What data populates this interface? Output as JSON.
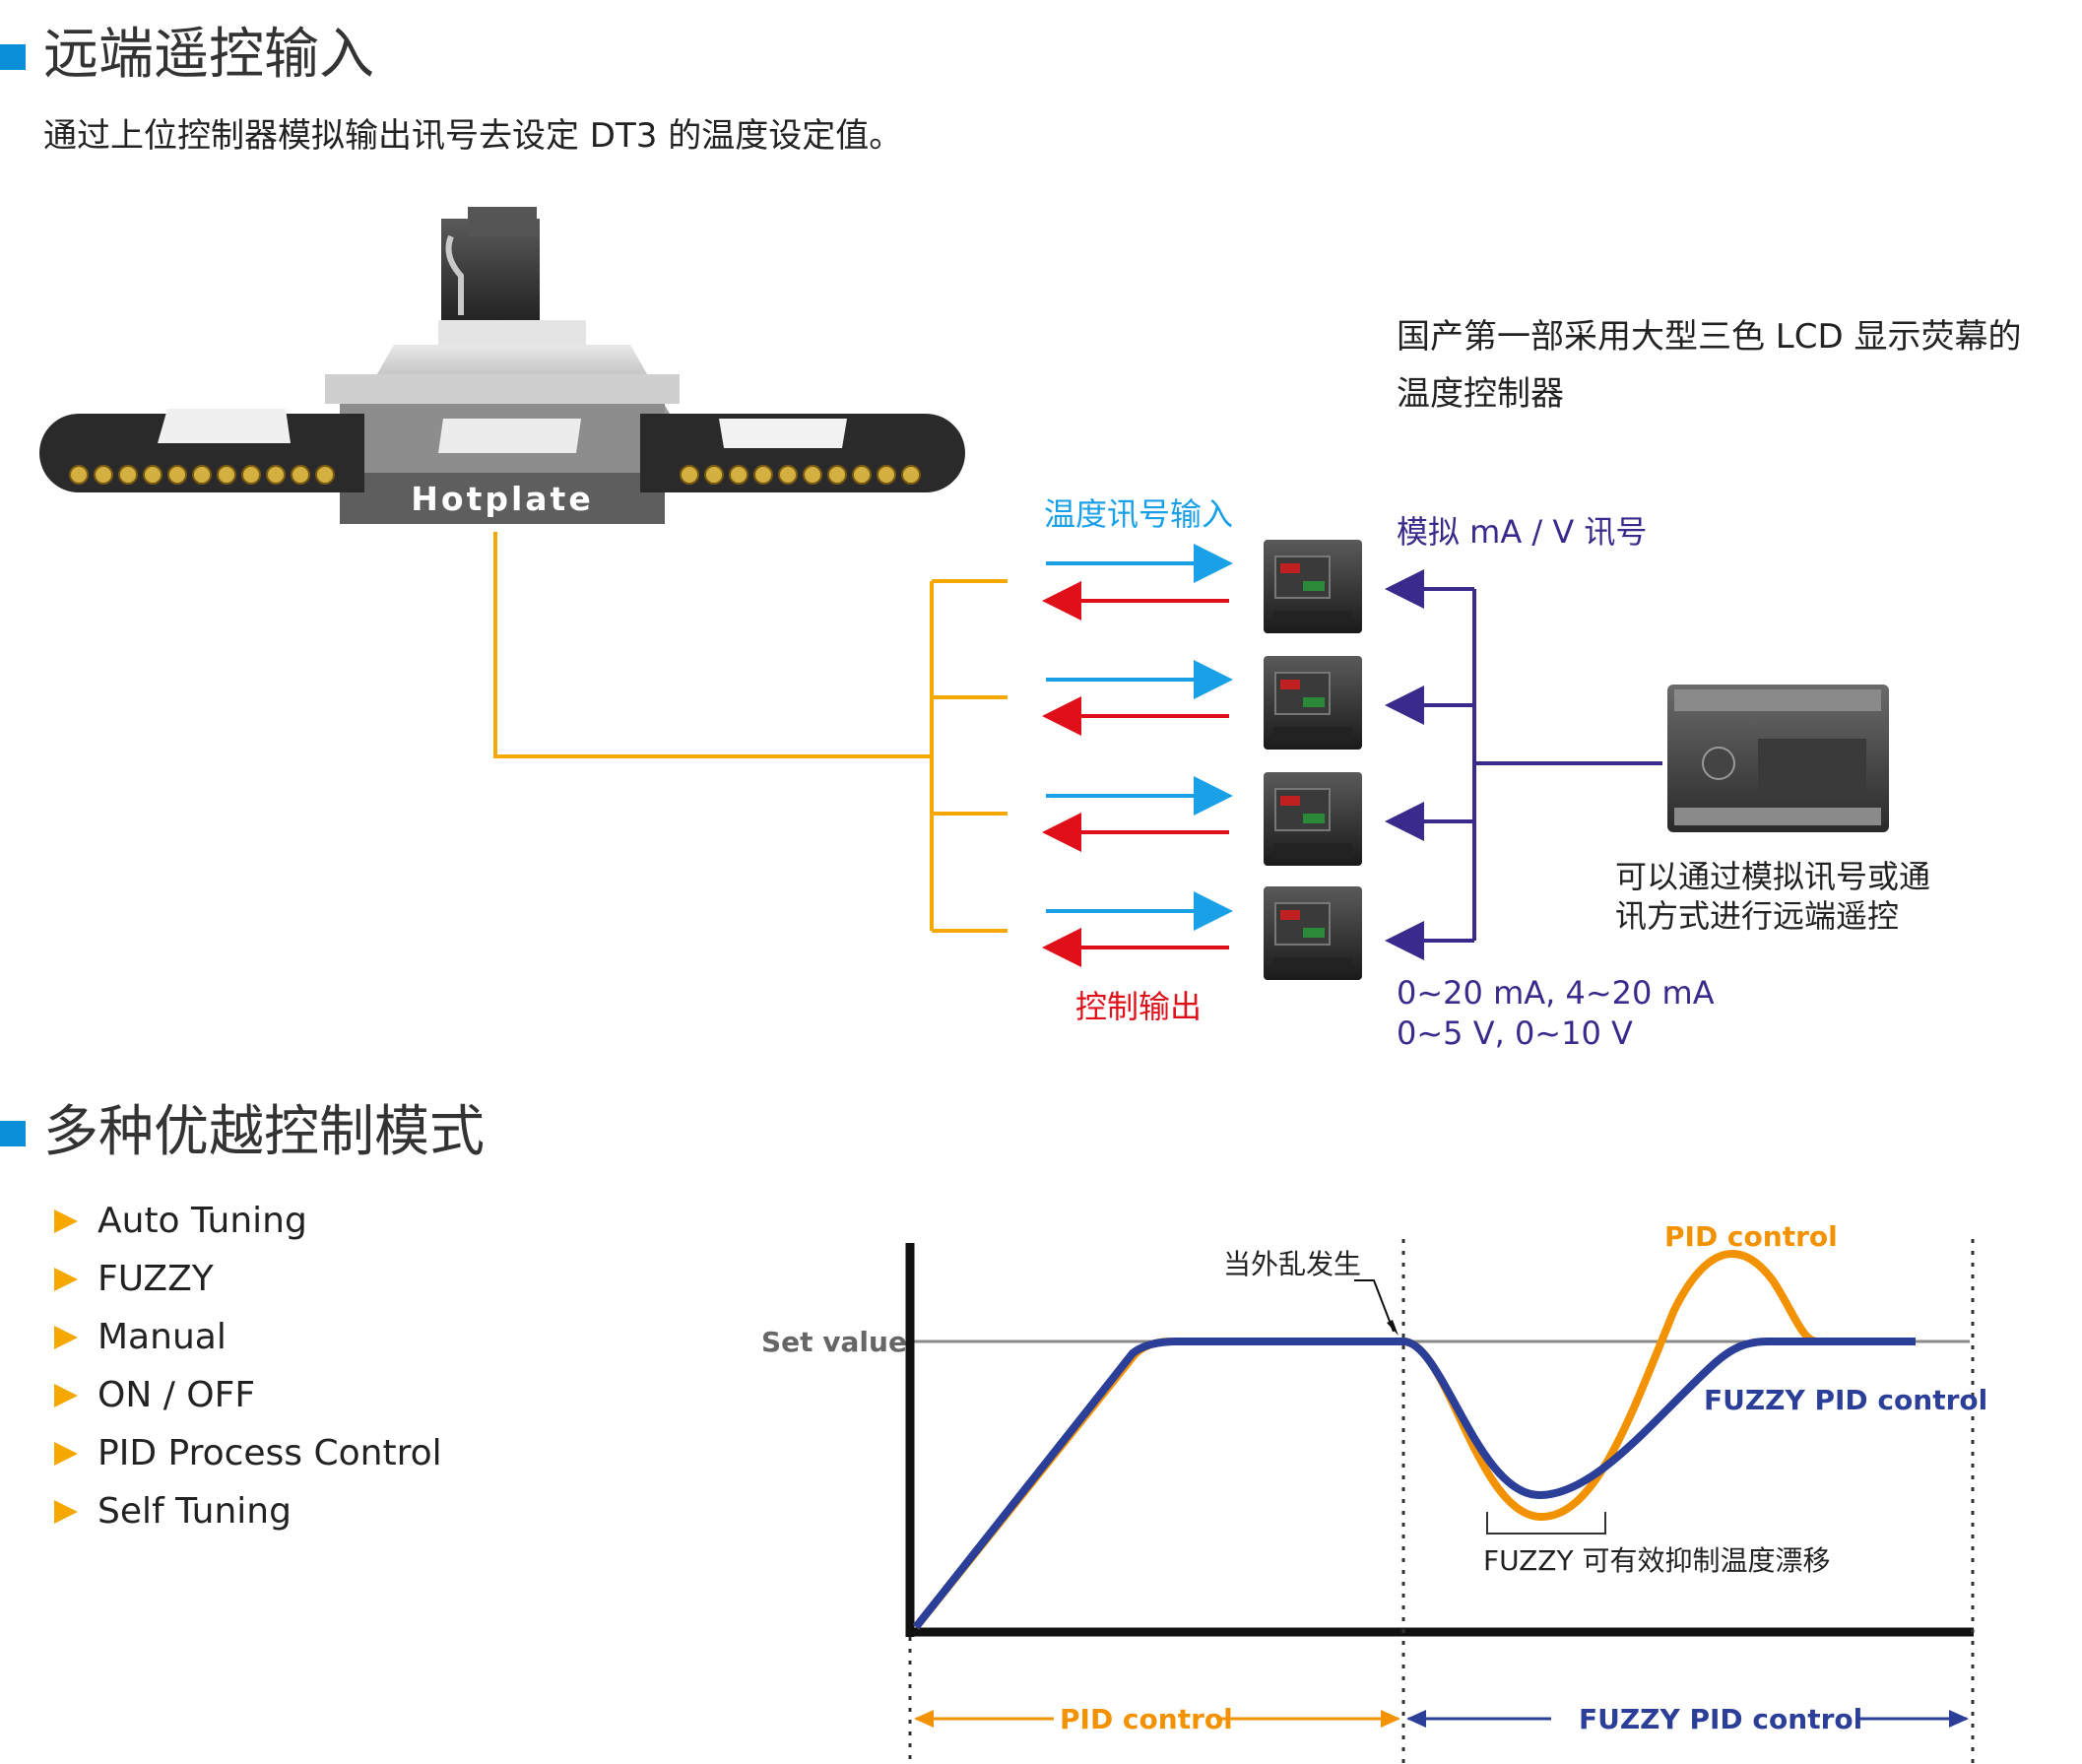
{
  "section1": {
    "title": "远端遥控输入",
    "subtitle": "通过上位控制器模拟输出讯号去设定 DT3 的温度设定值。"
  },
  "hotplate_label": "Hotplate",
  "controller_caption": [
    "国产第一部采用大型三色 LCD 显示荧幕的",
    "温度控制器"
  ],
  "label_temp_input": "温度讯号输入",
  "label_control_output": "控制输出",
  "label_analog_signal": "模拟 mA / V 讯号",
  "plc_caption": [
    "可以通过模拟讯号或通",
    "讯方式进行远端遥控"
  ],
  "signal_ranges": [
    "0~20 mA, 4~20 mA",
    "0~5 V, 0~10 V"
  ],
  "section2": {
    "title": "多种优越控制模式",
    "modes": [
      "Auto Tuning",
      "FUZZY",
      "Manual",
      "ON / OFF",
      "PID Process Control",
      "Self Tuning"
    ]
  },
  "chart": {
    "set_value_label": "Set value",
    "disturbance_label": "当外乱发生",
    "pid_curve_label": "PID control",
    "fuzzy_curve_label": "FUZZY PID control",
    "fuzzy_note": "FUZZY 可有效抑制温度漂移",
    "bottom_left_label": "PID control",
    "bottom_right_label": "FUZZY PID control"
  },
  "colors": {
    "accent_blue": "#0a8fd8",
    "orange": "#f39200",
    "fuzzy_blue": "#2b3f99",
    "input_arrow": "#1aa0e6",
    "output_arrow": "#e0101a",
    "analog_purple": "#3a2a8c",
    "wire_yellow": "#f5a800"
  }
}
